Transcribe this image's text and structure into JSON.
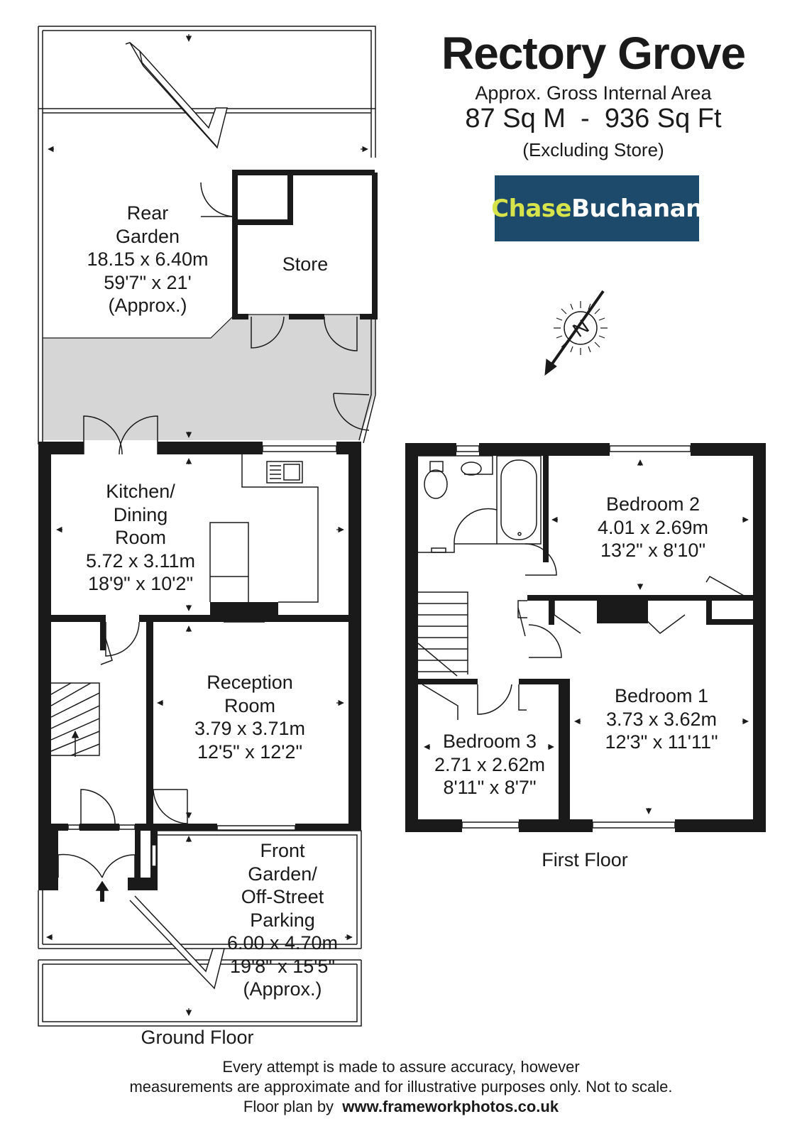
{
  "header": {
    "title": "Rectory Grove",
    "area_label": "Approx. Gross Internal Area",
    "area_value": "87 Sq M  -  936 Sq Ft",
    "area_note": "(Excluding Store)"
  },
  "logo": {
    "part1": "Chase",
    "part2": "Buchanan",
    "colors": {
      "background": "#1d4a6b",
      "part1": "#d6e34a",
      "part2": "#ffffff"
    }
  },
  "compass": {
    "letter": "N",
    "icon": "compass-icon"
  },
  "rooms": {
    "rear_garden": {
      "l1": "Rear",
      "l2": "Garden",
      "l3": "18.15 x 6.40m",
      "l4": "59'7\" x 21'",
      "l5": "(Approx.)"
    },
    "store": {
      "l1": "Store"
    },
    "kitchen": {
      "l1": "Kitchen/",
      "l2": "Dining",
      "l3": "Room",
      "l4": "5.72 x 3.11m",
      "l5": "18'9\" x 10'2\""
    },
    "reception": {
      "l1": "Reception",
      "l2": "Room",
      "l3": "3.79 x 3.71m",
      "l4": "12'5\" x 12'2\""
    },
    "front_garden": {
      "l1": "Front",
      "l2": "Garden/",
      "l3": "Off-Street",
      "l4": "Parking",
      "l5": "6.00 x 4.70m",
      "l6": "19'8\" x 15'5\"",
      "l7": "(Approx.)"
    },
    "bedroom2": {
      "l1": "Bedroom 2",
      "l2": "4.01 x 2.69m",
      "l3": "13'2\" x 8'10\""
    },
    "bedroom1": {
      "l1": "Bedroom 1",
      "l2": "3.73 x 3.62m",
      "l3": "12'3\" x 11'11\""
    },
    "bedroom3": {
      "l1": "Bedroom 3",
      "l2": "2.71 x 2.62m",
      "l3": "8'11\" x 8'7\""
    }
  },
  "floors": {
    "ground": "Ground Floor",
    "first": "First Floor"
  },
  "disclaimer": {
    "line1": "Every attempt is made to assure accuracy, however",
    "line2": "measurements are approximate and for illustrative purposes only. Not to scale.",
    "line3_prefix": "Floor plan by",
    "line3_link": "www.frameworkphotos.co.uk"
  },
  "colors": {
    "wall": "#1a1a1a",
    "patio": "#d6d6d6",
    "background": "#ffffff"
  }
}
